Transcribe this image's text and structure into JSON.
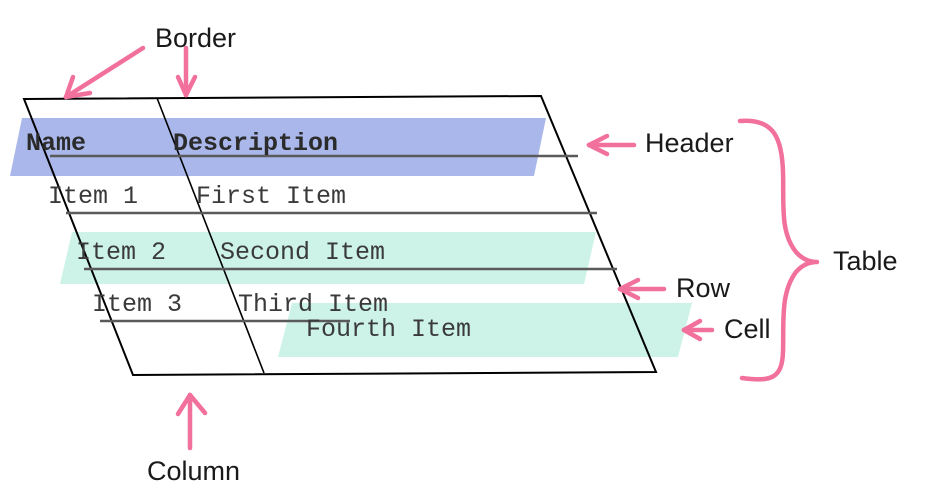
{
  "diagram": {
    "title": "Table anatomy diagram",
    "colors": {
      "header_highlight": "#aab7ea",
      "row_highlight": "#cdf3e9",
      "cell_highlight": "#cdf3e9",
      "annotation_pink": "#f2709c",
      "frame_stroke": "#000000",
      "rule_stroke": "#5a5a5a",
      "text": "#3a3a3a",
      "label_text": "#1a1a1a",
      "background": "#ffffff"
    }
  },
  "table": {
    "columns": [
      "Name",
      "Description"
    ],
    "rows": [
      {
        "name": "Item 1",
        "description": "First Item"
      },
      {
        "name": "Item 2",
        "description": "Second Item"
      },
      {
        "name": "Item 3",
        "description": "Third Item"
      }
    ],
    "floating_cell": "Fourth Item"
  },
  "annotations": {
    "border": "Border",
    "header": "Header",
    "row": "Row",
    "cell": "Cell",
    "table": "Table",
    "column": "Column"
  }
}
